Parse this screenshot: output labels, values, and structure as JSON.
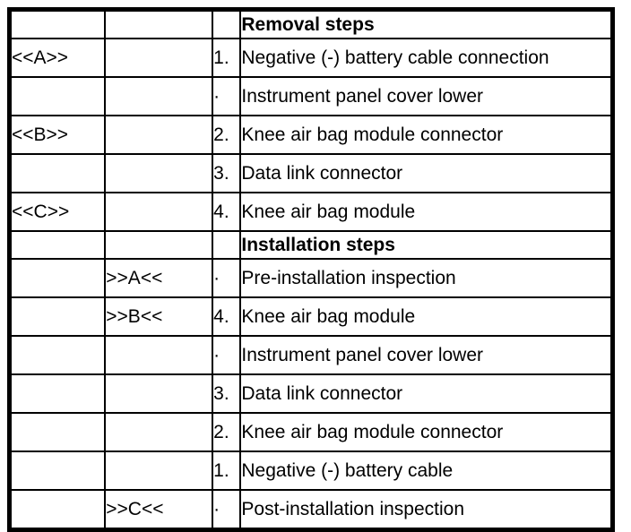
{
  "table": {
    "border_color": "#000000",
    "background_color": "#ffffff",
    "text_color": "#000000",
    "rows": [
      {
        "removal_marker": "",
        "installation_marker": "",
        "step_number": "",
        "step_description": "Removal steps",
        "section_header": true
      },
      {
        "removal_marker": "<<A>>",
        "installation_marker": "",
        "step_number": "1.",
        "step_description": "Negative (-) battery cable connection",
        "section_header": false
      },
      {
        "removal_marker": "",
        "installation_marker": "",
        "step_number": "·",
        "step_description": "Instrument panel cover lower",
        "section_header": false
      },
      {
        "removal_marker": "<<B>>",
        "installation_marker": "",
        "step_number": "2.",
        "step_description": "Knee air bag module connector",
        "section_header": false
      },
      {
        "removal_marker": "",
        "installation_marker": "",
        "step_number": "3.",
        "step_description": "Data link connector",
        "section_header": false
      },
      {
        "removal_marker": "<<C>>",
        "installation_marker": "",
        "step_number": "4.",
        "step_description": "Knee air bag module",
        "section_header": false
      },
      {
        "removal_marker": "",
        "installation_marker": "",
        "step_number": "",
        "step_description": "Installation steps",
        "section_header": true
      },
      {
        "removal_marker": "",
        "installation_marker": ">>A<<",
        "step_number": "·",
        "step_description": "Pre-installation inspection",
        "section_header": false
      },
      {
        "removal_marker": "",
        "installation_marker": ">>B<<",
        "step_number": "4.",
        "step_description": "Knee air bag module",
        "section_header": false
      },
      {
        "removal_marker": "",
        "installation_marker": "",
        "step_number": "·",
        "step_description": "Instrument panel cover lower",
        "section_header": false
      },
      {
        "removal_marker": "",
        "installation_marker": "",
        "step_number": "3.",
        "step_description": "Data link connector",
        "section_header": false
      },
      {
        "removal_marker": "",
        "installation_marker": "",
        "step_number": "2.",
        "step_description": "Knee air bag module connector",
        "section_header": false
      },
      {
        "removal_marker": "",
        "installation_marker": "",
        "step_number": "1.",
        "step_description": "Negative (-) battery cable",
        "section_header": false
      },
      {
        "removal_marker": "",
        "installation_marker": ">>C<<",
        "step_number": "·",
        "step_description": "Post-installation inspection",
        "section_header": false
      }
    ]
  }
}
